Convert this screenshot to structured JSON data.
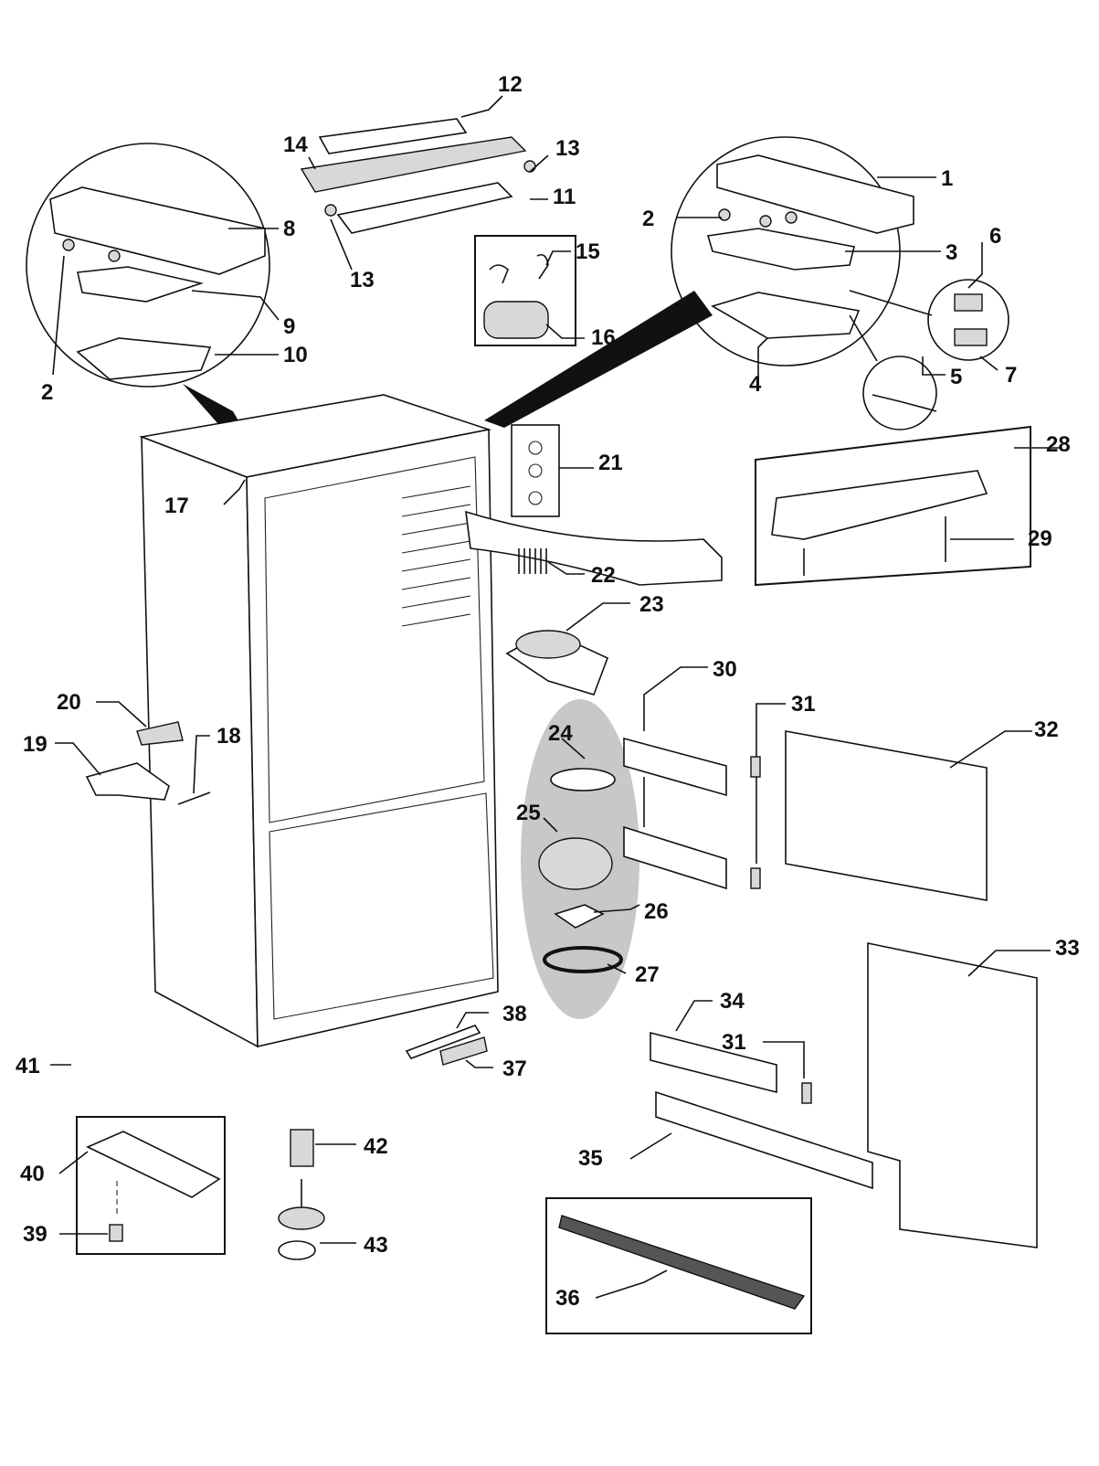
{
  "diagram": {
    "callouts": [
      {
        "id": "c1",
        "label": "1"
      },
      {
        "id": "c2a",
        "label": "2"
      },
      {
        "id": "c2b",
        "label": "2"
      },
      {
        "id": "c3",
        "label": "3"
      },
      {
        "id": "c4",
        "label": "4"
      },
      {
        "id": "c5",
        "label": "5"
      },
      {
        "id": "c6",
        "label": "6"
      },
      {
        "id": "c7",
        "label": "7"
      },
      {
        "id": "c8",
        "label": "8"
      },
      {
        "id": "c9",
        "label": "9"
      },
      {
        "id": "c10",
        "label": "10"
      },
      {
        "id": "c11",
        "label": "11"
      },
      {
        "id": "c12",
        "label": "12"
      },
      {
        "id": "c13a",
        "label": "13"
      },
      {
        "id": "c13b",
        "label": "13"
      },
      {
        "id": "c14",
        "label": "14"
      },
      {
        "id": "c15",
        "label": "15"
      },
      {
        "id": "c16",
        "label": "16"
      },
      {
        "id": "c17",
        "label": "17"
      },
      {
        "id": "c18",
        "label": "18"
      },
      {
        "id": "c19",
        "label": "19"
      },
      {
        "id": "c20",
        "label": "20"
      },
      {
        "id": "c21",
        "label": "21"
      },
      {
        "id": "c22",
        "label": "22"
      },
      {
        "id": "c23",
        "label": "23"
      },
      {
        "id": "c24",
        "label": "24"
      },
      {
        "id": "c25",
        "label": "25"
      },
      {
        "id": "c26",
        "label": "26"
      },
      {
        "id": "c27",
        "label": "27"
      },
      {
        "id": "c28",
        "label": "28"
      },
      {
        "id": "c29",
        "label": "29"
      },
      {
        "id": "c30",
        "label": "30"
      },
      {
        "id": "c31a",
        "label": "31"
      },
      {
        "id": "c31b",
        "label": "31"
      },
      {
        "id": "c32",
        "label": "32"
      },
      {
        "id": "c33",
        "label": "33"
      },
      {
        "id": "c34",
        "label": "34"
      },
      {
        "id": "c35",
        "label": "35"
      },
      {
        "id": "c36",
        "label": "36"
      },
      {
        "id": "c37",
        "label": "37"
      },
      {
        "id": "c38",
        "label": "38"
      },
      {
        "id": "c39",
        "label": "39"
      },
      {
        "id": "c40",
        "label": "40"
      },
      {
        "id": "c41",
        "label": "41"
      },
      {
        "id": "c42",
        "label": "42"
      },
      {
        "id": "c43",
        "label": "43"
      }
    ]
  }
}
